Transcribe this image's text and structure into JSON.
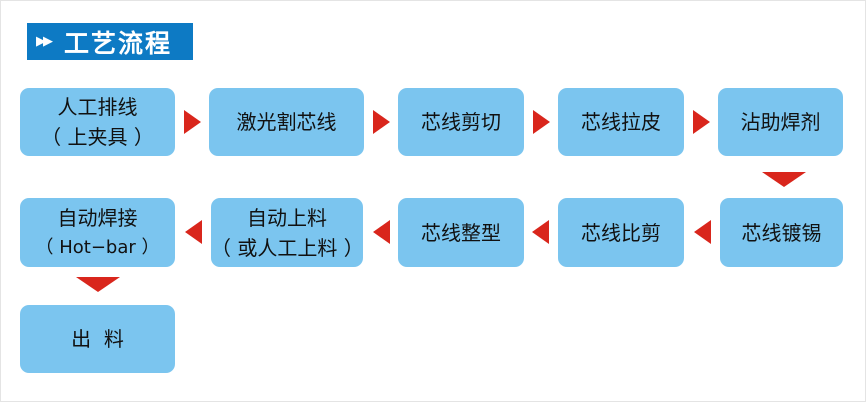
{
  "title": {
    "icon": "double-play-icon",
    "text": "工艺流程"
  },
  "steps": [
    {
      "line1": "人工排线",
      "line2": "（ 上夹具 ）"
    },
    {
      "line1": "激光割芯线"
    },
    {
      "line1": "芯线剪切"
    },
    {
      "line1": "芯线拉皮"
    },
    {
      "line1": "沾助焊剂"
    },
    {
      "line1": "芯线镀锡"
    },
    {
      "line1": "芯线比剪"
    },
    {
      "line1": "芯线整型"
    },
    {
      "line1": "自动上料",
      "line2": "（ 或人工上料 ）"
    },
    {
      "line1": "自动焊接",
      "line2": "（ Hot−bar ）"
    },
    {
      "line1": "出  料"
    }
  ],
  "colors": {
    "box": "#7bc5ef",
    "arrow": "#d9261c",
    "title_bg": "#0d7ac4"
  }
}
